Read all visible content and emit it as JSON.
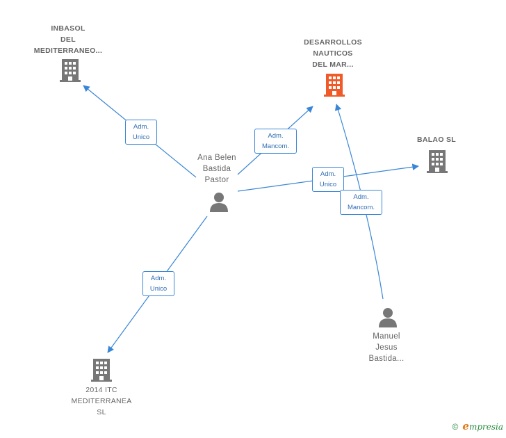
{
  "nodes": {
    "inbasol": {
      "label": "INBASOL\nDEL\nMEDITERRANEO...",
      "type": "company",
      "color": "#777777"
    },
    "desarrollos": {
      "label": "DESARROLLOS\nNAUTICOS\nDEL MAR...",
      "type": "company",
      "color": "#f05a28"
    },
    "balao": {
      "label": "BALAO SL",
      "type": "company",
      "color": "#777777"
    },
    "itc": {
      "label": "2014 ITC\nMEDITERRANEA\nSL",
      "type": "company",
      "color": "#777777"
    },
    "ana": {
      "label": "Ana Belen\nBastida\nPastor",
      "type": "person",
      "color": "#777777"
    },
    "manuel": {
      "label": "Manuel\nJesus\nBastida...",
      "type": "person",
      "color": "#777777"
    }
  },
  "edges": {
    "ana_inbasol": "Adm.\nUnico",
    "ana_desarrollos": "Adm.\nMancom.",
    "ana_balao": "Adm.\nUnico",
    "manuel_desarrollos": "Adm.\nMancom.",
    "ana_itc": "Adm.\nUnico"
  },
  "colors": {
    "edge": "#3a86d6",
    "node_gray": "#777777",
    "focus": "#f05a28"
  },
  "footer": {
    "copyright": "©",
    "brand_initial": "e",
    "brand_rest": "mpresia"
  }
}
